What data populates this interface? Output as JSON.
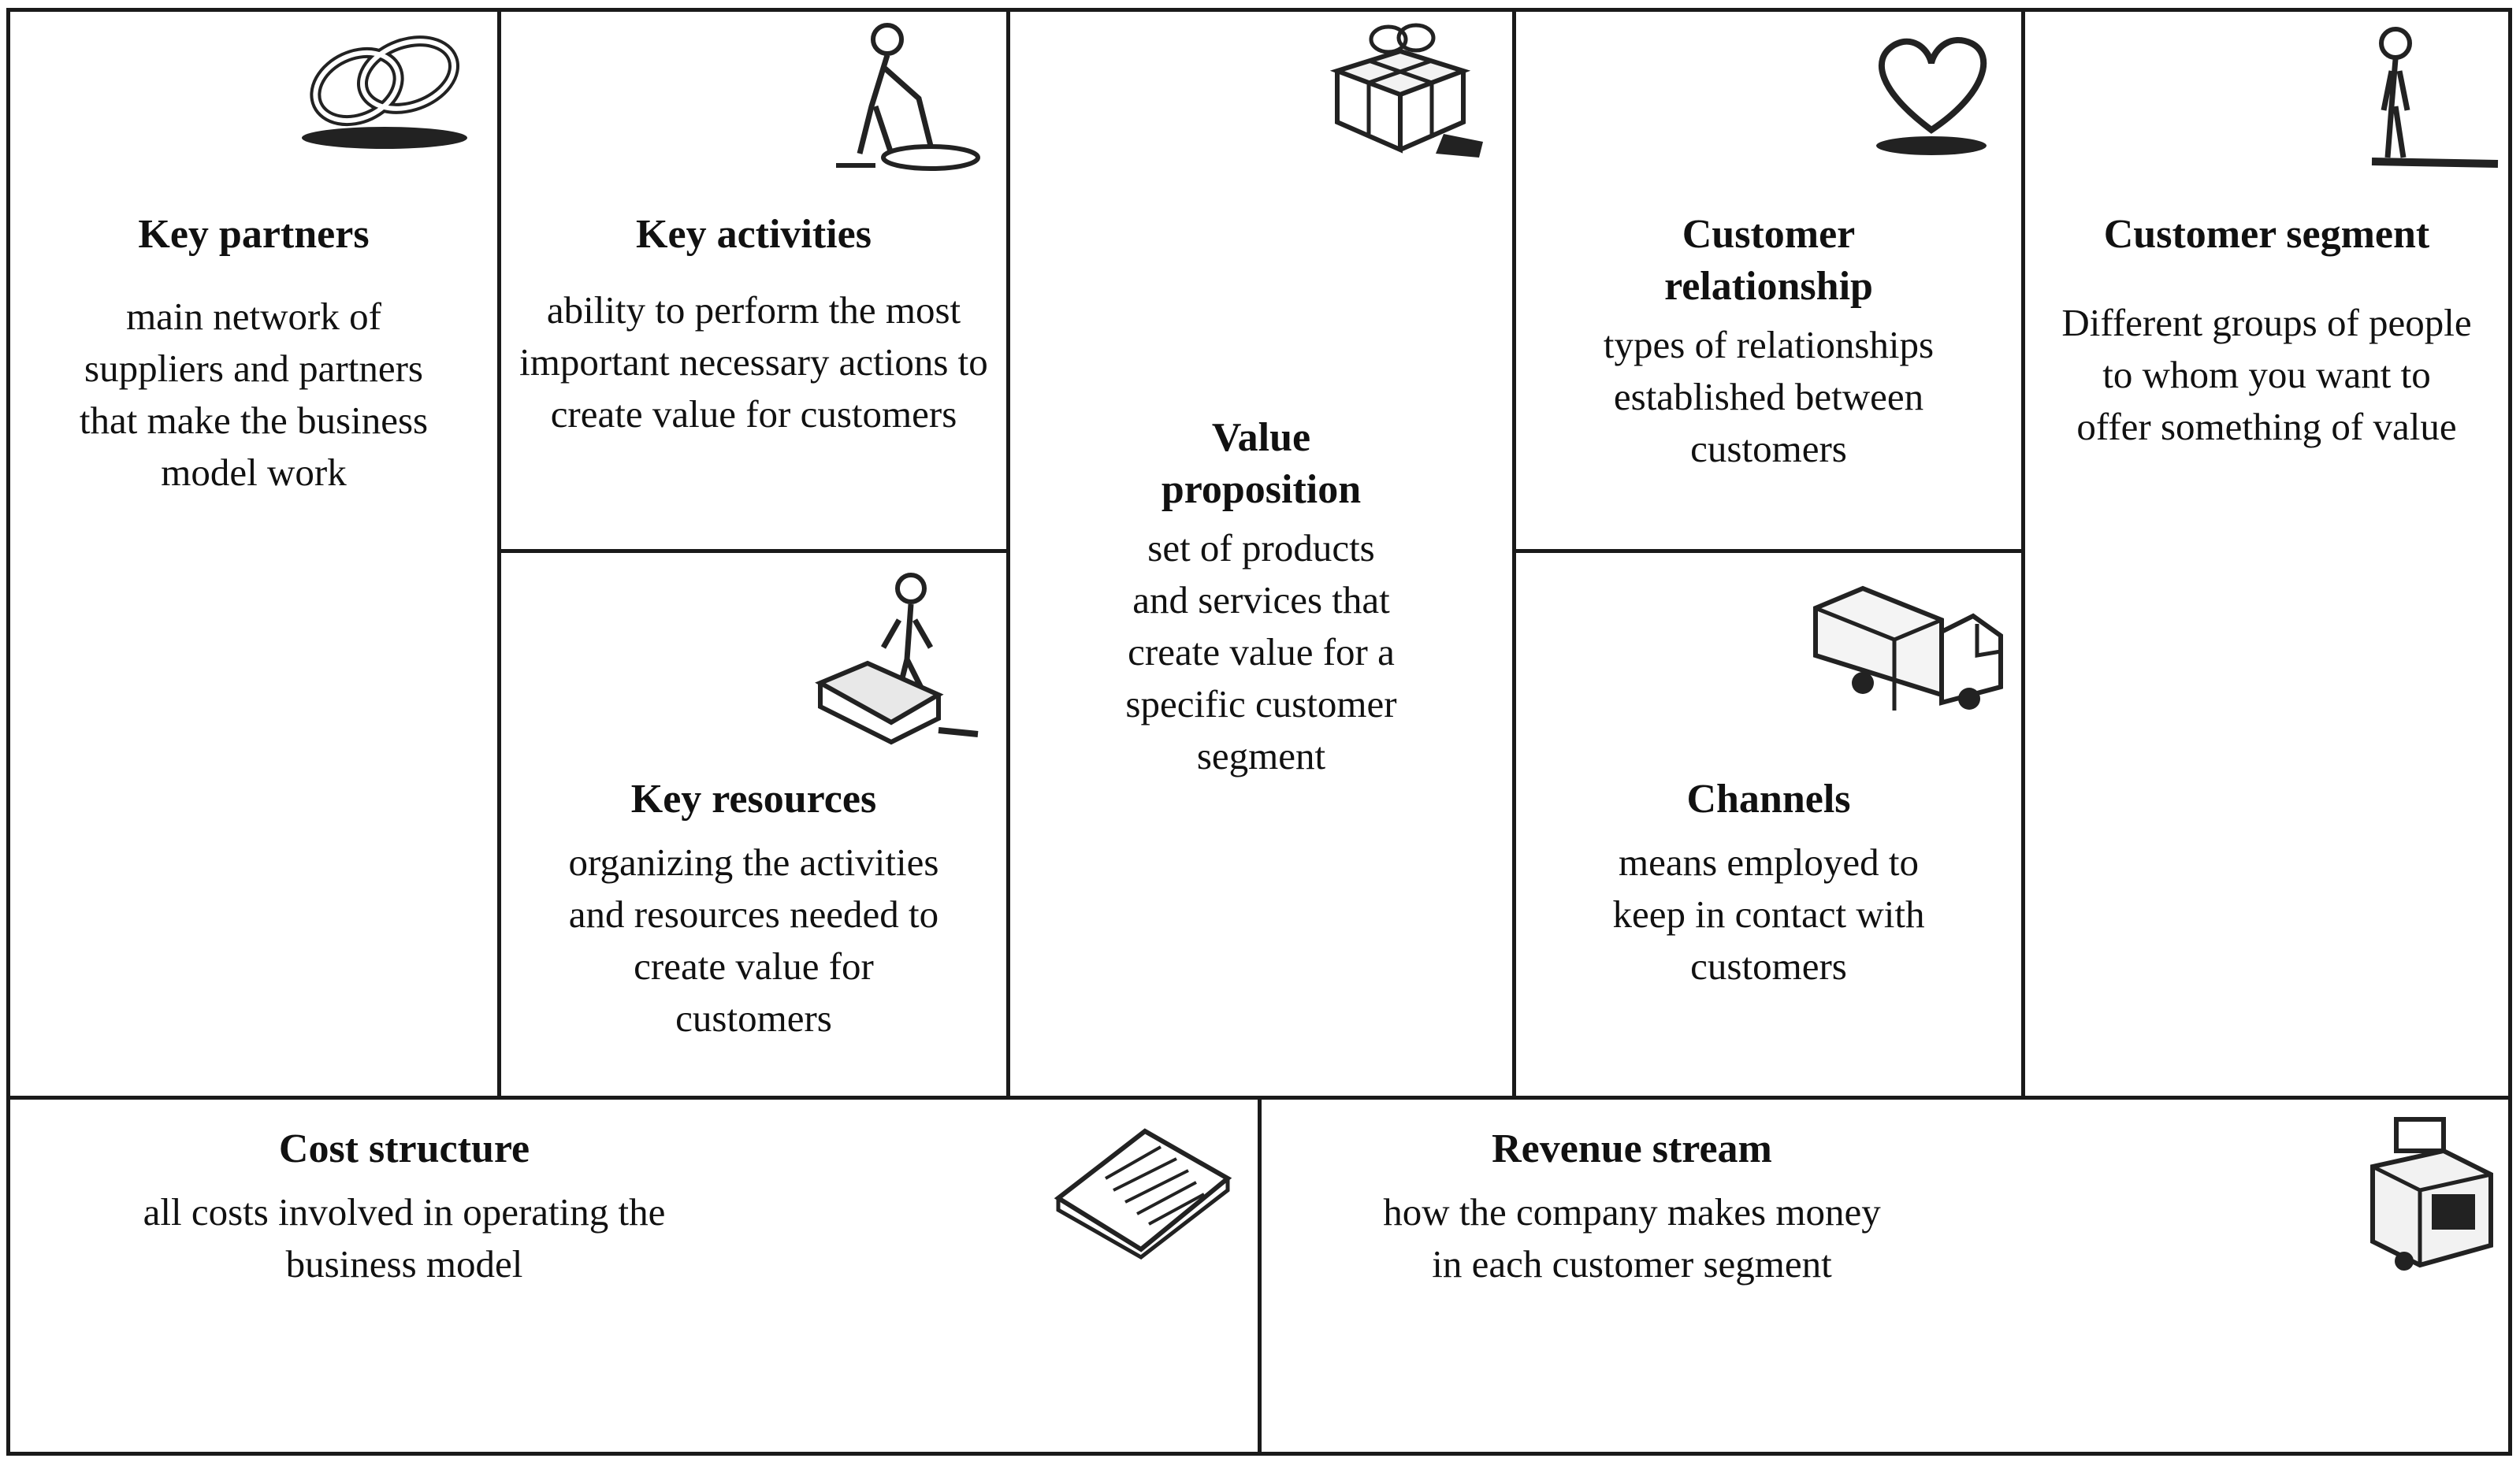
{
  "canvas": {
    "key_partners": {
      "title": "Key partners",
      "description": "main network of suppliers and partners that make the business model work",
      "icon": "chain-links-icon"
    },
    "key_activities": {
      "title": "Key activities",
      "description": "ability to perform the most important necessary actions to create value for customers",
      "icon": "worker-icon"
    },
    "key_resources": {
      "title": "Key resources",
      "description": "organizing the activities and resources needed to create value for customers",
      "icon": "person-with-machine-icon"
    },
    "value_proposition": {
      "title": "Value proposition",
      "description": "set of products and services that create value for a specific customer segment",
      "icon": "gift-box-icon"
    },
    "customer_relationship": {
      "title": "Customer relationship",
      "description": "types of relationships established between customers",
      "icon": "heart-icon"
    },
    "channels": {
      "title": "Channels",
      "description": "means employed to keep in contact with customers",
      "icon": "delivery-truck-icon"
    },
    "customer_segment": {
      "title": "Customer segment",
      "description": "Different groups of people to whom you want to offer something of value",
      "icon": "standing-person-icon"
    },
    "cost_structure": {
      "title": "Cost structure",
      "description": "all costs involved in operating the business model",
      "icon": "receipt-icon"
    },
    "revenue_stream": {
      "title": "Revenue stream",
      "description": "how the company makes money in each customer segment",
      "icon": "cash-register-icon"
    }
  }
}
